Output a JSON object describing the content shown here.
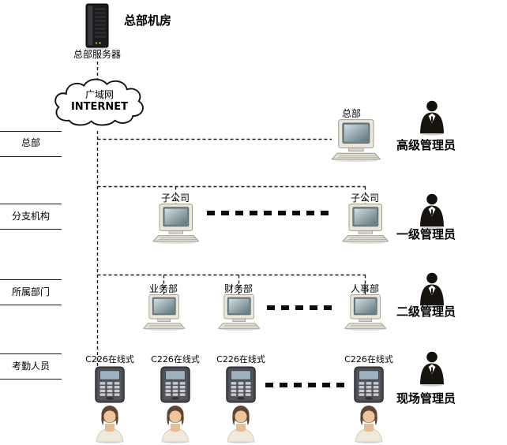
{
  "colors": {
    "background": "#ffffff",
    "line": "#1a1a1a",
    "bold_dash": "#0d0d0d"
  },
  "icons": {
    "server": "server-tower-icon",
    "cloud": "internet-cloud-icon",
    "computer": "desktop-computer-icon",
    "device": "attendance-terminal-icon",
    "admin": "administrator-icon",
    "employee": "employee-avatar-icon"
  },
  "header": {
    "room_label": "总部机房",
    "server_label": "总部服务器"
  },
  "cloud": {
    "line1": "广域网",
    "line2": "INTERNET"
  },
  "row_labels": [
    {
      "label": "总部"
    },
    {
      "label": "分支机构"
    },
    {
      "label": "所属部门"
    },
    {
      "label": "考勤人员"
    }
  ],
  "nodes": {
    "hq": {
      "label": "总部"
    },
    "branches": [
      {
        "label": "子公司"
      },
      {
        "label": "子公司"
      }
    ],
    "departments": [
      {
        "label": "业务部"
      },
      {
        "label": "财务部"
      },
      {
        "label": "人事部"
      }
    ],
    "devices": [
      {
        "label": "C226在线式"
      },
      {
        "label": "C226在线式"
      },
      {
        "label": "C226在线式"
      },
      {
        "label": "C226在线式"
      }
    ]
  },
  "admins": [
    {
      "label": "高级管理员"
    },
    {
      "label": "一级管理员"
    },
    {
      "label": "二级管理员"
    },
    {
      "label": "现场管理员"
    }
  ]
}
